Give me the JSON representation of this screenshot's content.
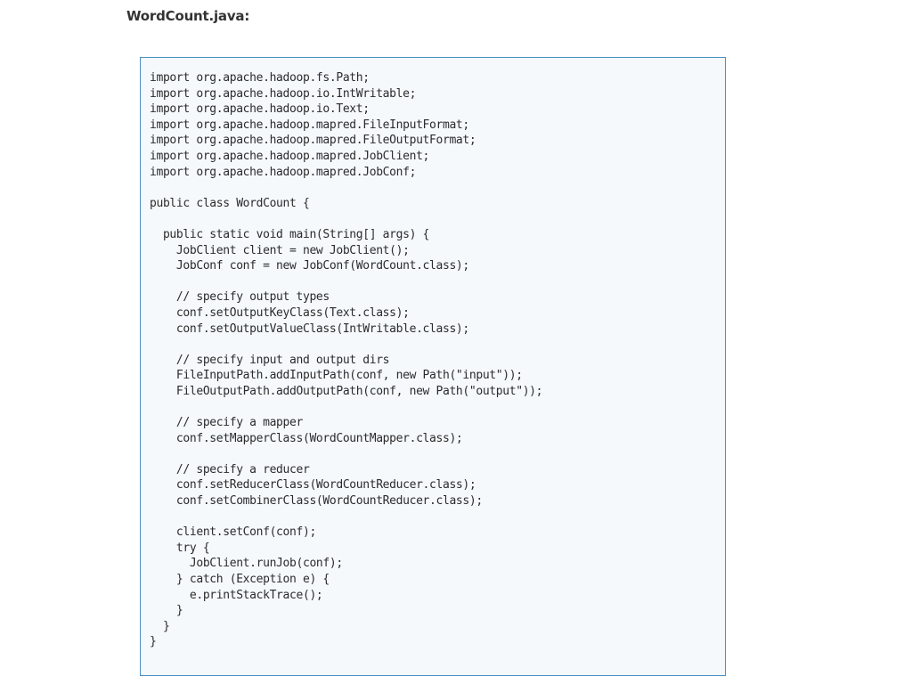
{
  "header": {
    "file_title": "WordCount.java:"
  },
  "code": {
    "lines": [
      "import org.apache.hadoop.fs.Path;",
      "import org.apache.hadoop.io.IntWritable;",
      "import org.apache.hadoop.io.Text;",
      "import org.apache.hadoop.mapred.FileInputFormat;",
      "import org.apache.hadoop.mapred.FileOutputFormat;",
      "import org.apache.hadoop.mapred.JobClient;",
      "import org.apache.hadoop.mapred.JobConf;",
      "",
      "public class WordCount {",
      "",
      "  public static void main(String[] args) {",
      "    JobClient client = new JobClient();",
      "    JobConf conf = new JobConf(WordCount.class);",
      "",
      "    // specify output types",
      "    conf.setOutputKeyClass(Text.class);",
      "    conf.setOutputValueClass(IntWritable.class);",
      "",
      "    // specify input and output dirs",
      "    FileInputPath.addInputPath(conf, new Path(\"input\"));",
      "    FileOutputPath.addOutputPath(conf, new Path(\"output\"));",
      "",
      "    // specify a mapper",
      "    conf.setMapperClass(WordCountMapper.class);",
      "",
      "    // specify a reducer",
      "    conf.setReducerClass(WordCountReducer.class);",
      "    conf.setCombinerClass(WordCountReducer.class);",
      "",
      "    client.setConf(conf);",
      "    try {",
      "      JobClient.runJob(conf);",
      "    } catch (Exception e) {",
      "      e.printStackTrace();",
      "    }",
      "  }",
      "}"
    ]
  }
}
